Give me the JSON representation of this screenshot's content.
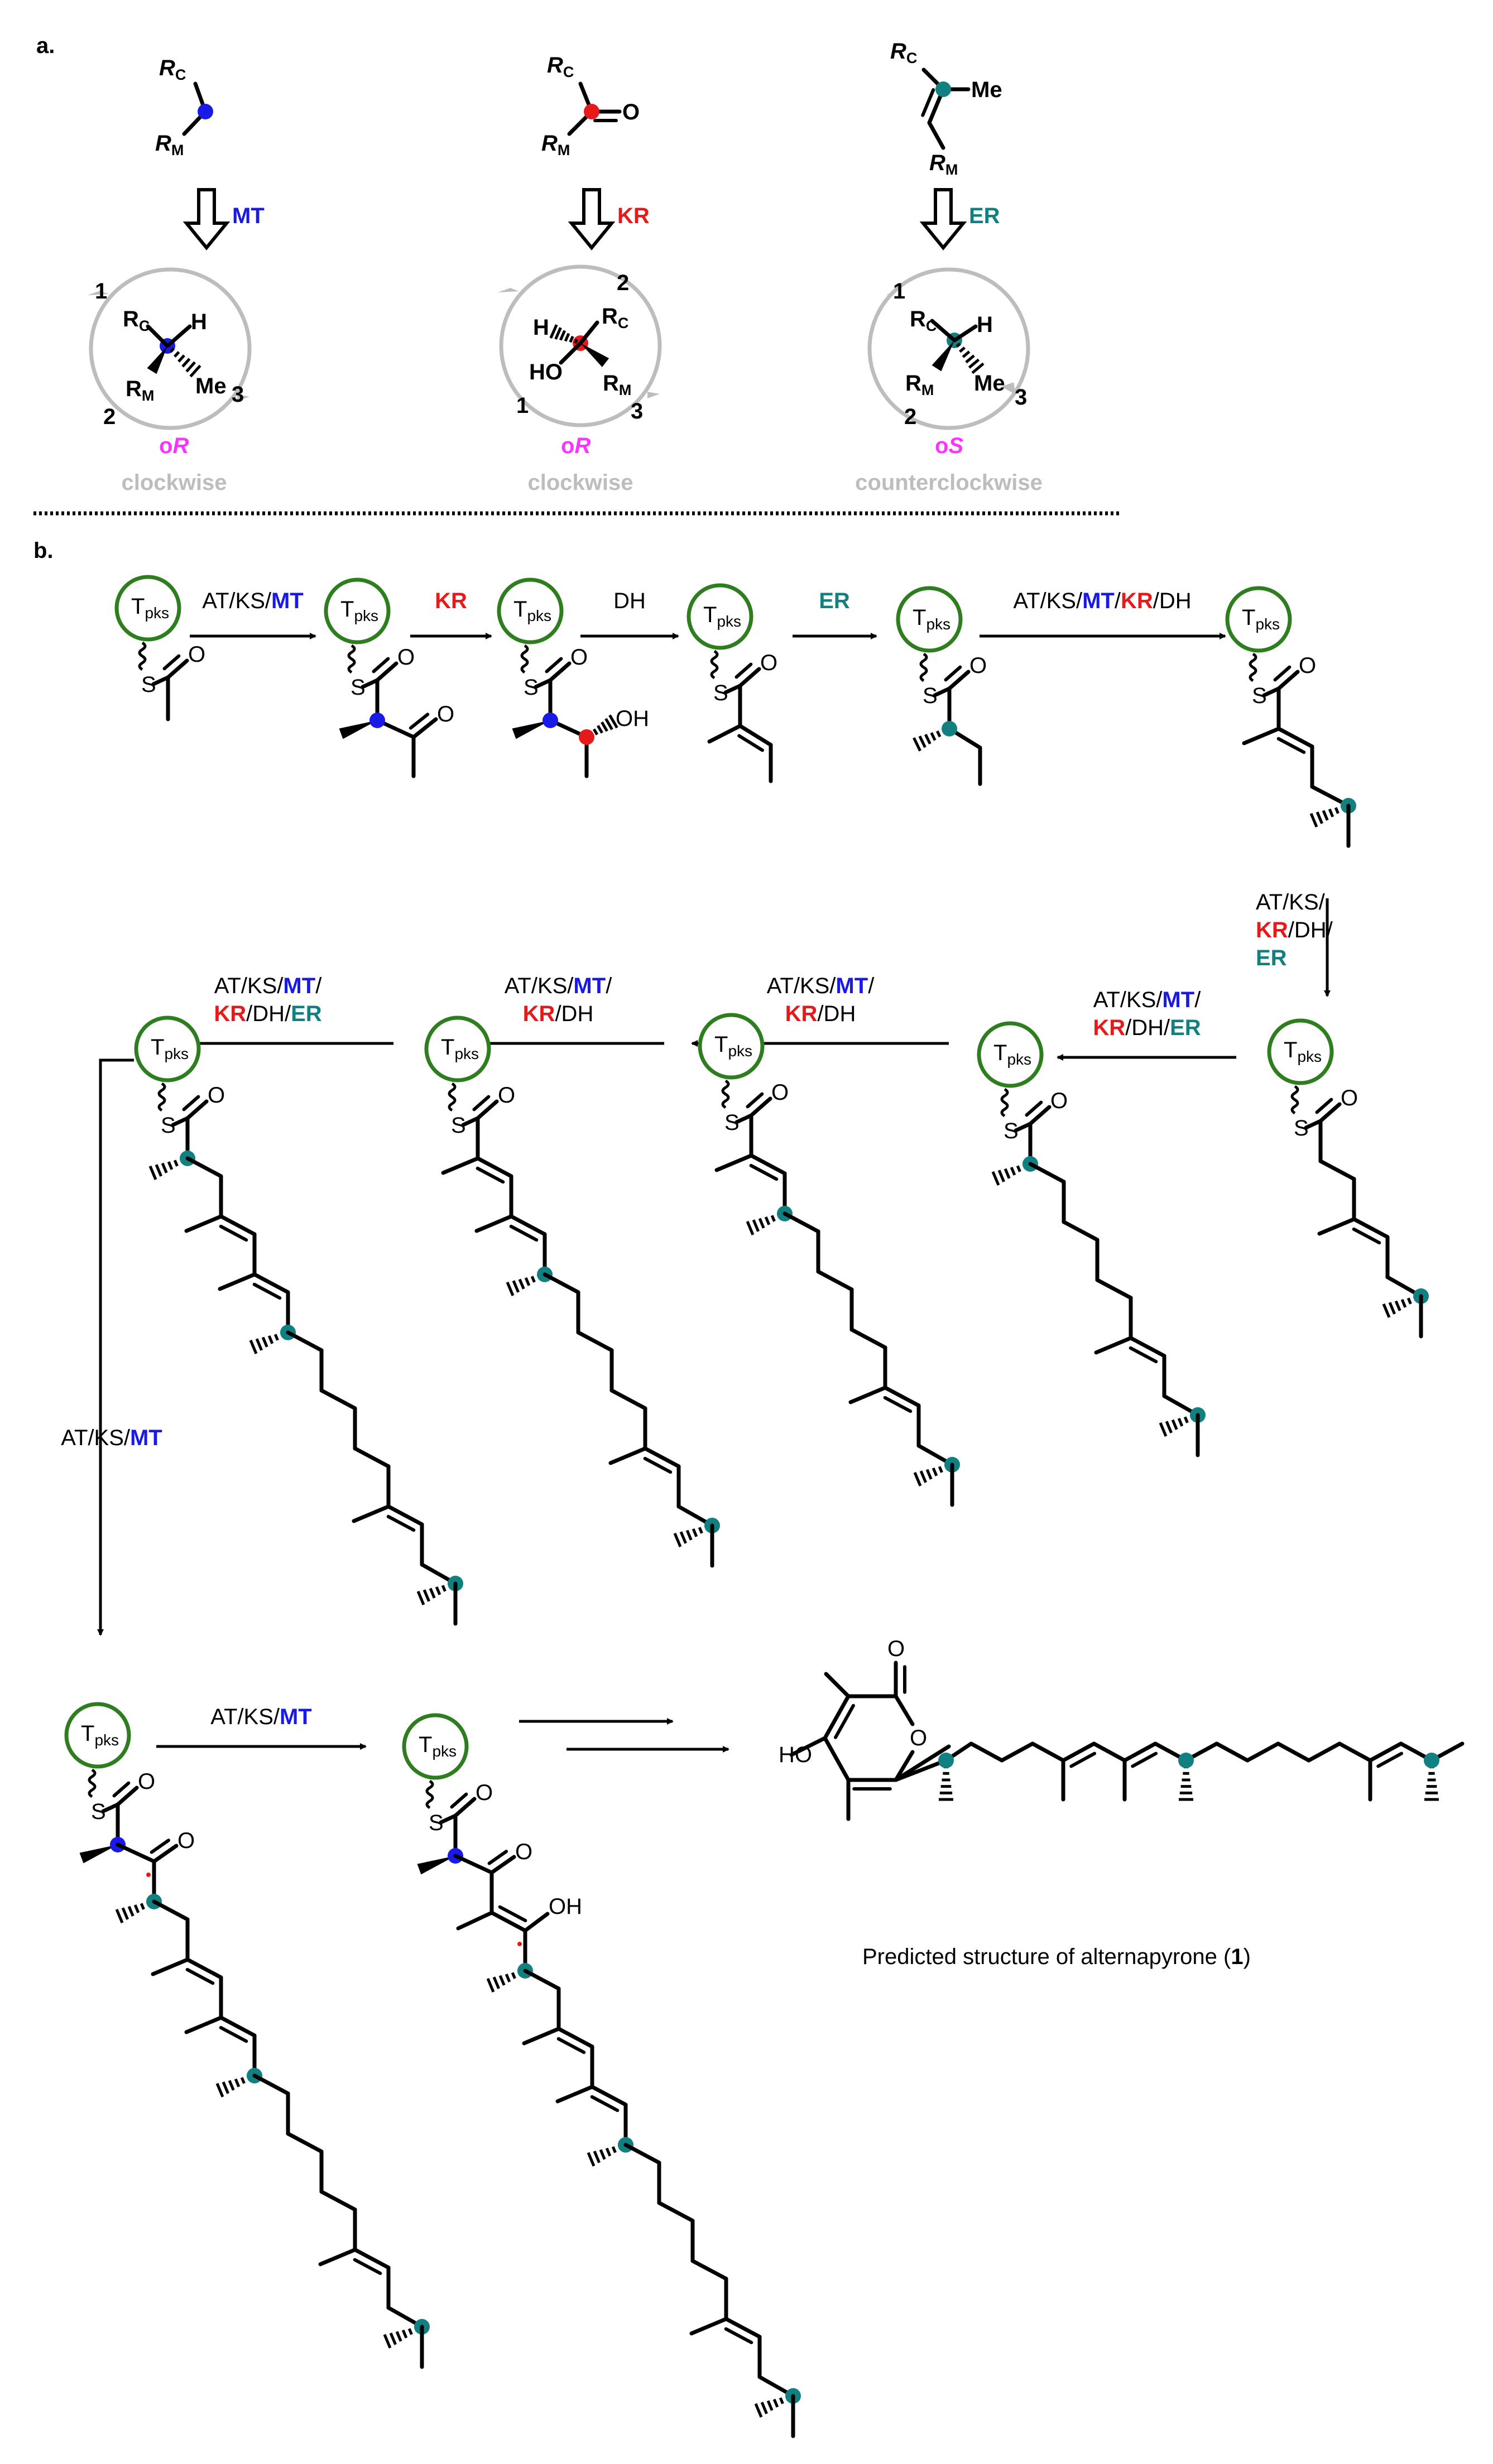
{
  "panels": {
    "a_label": "a.",
    "b_label": "b."
  },
  "colors": {
    "mt": "#1a1ae6",
    "kr": "#e61a1a",
    "er": "#128080",
    "magenta": "#ff33ff",
    "gray": "#bdbdbd",
    "tpks_ring": "#2e7d1f"
  },
  "panel_a": {
    "columns": [
      {
        "enzyme": "MT",
        "substrate_labels": [
          "R",
          "C",
          "R",
          "M"
        ],
        "product_labels": [
          "1",
          "2",
          "3",
          "H",
          "Me"
        ],
        "config": "R",
        "direction": "clockwise"
      },
      {
        "enzyme": "KR",
        "substrate_labels": [
          "O"
        ],
        "product_labels": [
          "1",
          "2",
          "3",
          "H",
          "HO"
        ],
        "config": "R",
        "direction": "clockwise"
      },
      {
        "enzyme": "ER",
        "substrate_labels": [
          "Me"
        ],
        "product_labels": [
          "1",
          "2",
          "3",
          "H",
          "Me"
        ],
        "config": "S",
        "direction": "counterclockwise"
      }
    ],
    "degree_symbol": "o"
  },
  "tpks": {
    "main": "T",
    "sub": "pks"
  },
  "atoms": {
    "S": "S",
    "O": "O",
    "OH": "OH",
    "HO": "HO"
  },
  "steps": {
    "s1": [
      "AT/KS/",
      "MT"
    ],
    "s2": [
      "KR"
    ],
    "s3": [
      "DH"
    ],
    "s4": [
      "ER"
    ],
    "s5": [
      "AT/KS/",
      "MT",
      "/",
      "KR",
      "/DH"
    ],
    "s6": [
      "AT/KS/",
      "KR",
      "/DH/",
      "ER"
    ],
    "s7": [
      "AT/KS/",
      "MT",
      "/",
      "KR",
      "/DH/",
      "ER"
    ],
    "s8": [
      "AT/KS/",
      "MT",
      "/",
      "KR",
      "/DH"
    ],
    "s9": [
      "AT/KS/",
      "MT",
      "/",
      "KR",
      "/DH"
    ],
    "s10": [
      "AT/KS/",
      "MT",
      "/",
      "KR",
      "/DH/",
      "ER"
    ],
    "s11": [
      "AT/KS/",
      "MT"
    ],
    "s12": [
      "AT/KS/",
      "MT"
    ]
  },
  "caption": {
    "text": "Predicted structure of alternapyrone (",
    "number": "1",
    "close": ")"
  }
}
